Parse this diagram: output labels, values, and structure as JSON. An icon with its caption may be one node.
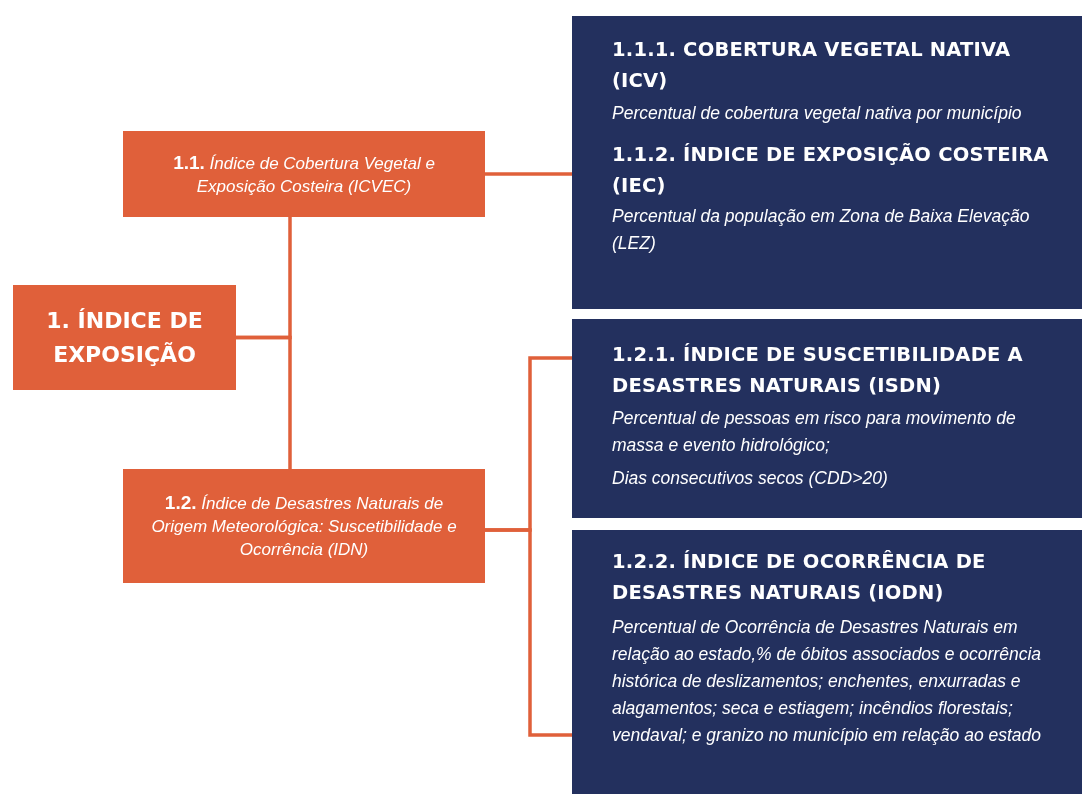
{
  "diagram": {
    "nodes": [
      {
        "text": [
          "1. ÍNDICE DE EXPOSIÇÃO"
        ]
      },
      {
        "text": [
          "**1.1.** *Índice de Cobertura Vegetal e Exposição Costeira (ICVEC)*"
        ]
      },
      {
        "text": [
          "**1.2.** *Índice de Desastres Naturais de Origem Meteorológica: Suscetibilidade e Ocorrência (IDN)*"
        ]
      },
      {
        "text": [
          "1.1.1. COBERTURA VEGETAL NATIVA (ICV)",
          "Percentual de cobertura vegetal nativa por município",
          "1.1.2. ÍNDICE DE EXPOSIÇÃO COSTEIRA (IEC)",
          "Percentual da população em Zona de Baixa Elevação (LEZ)"
        ]
      },
      {
        "text": [
          "1.2.1. ÍNDICE DE SUSCETIBILIDADE A DESASTRES NATURAIS (ISDN)",
          "Percentual de pessoas em risco para movimento de massa e evento hidrológico;",
          "Dias consecutivos secos (CDD>20)"
        ]
      },
      {
        "text": [
          "1.2.2. ÍNDICE DE OCORRÊNCIA DE DESASTRES NATURAIS (IODN)",
          "Percentual de Ocorrência de Desastres Naturais em relação ao estado,% de óbitos associados e ocorrência histórica de deslizamentos; enchentes, enxurradas e alagamentos; seca e estiagem; incêndios florestais; vendaval; e granizo no município em relação ao estado"
        ]
      }
    ],
    "edges": [
      {
        "from": 0,
        "to": 1,
        "arrow": "none"
      },
      {
        "from": 0,
        "to": 2,
        "arrow": "none"
      },
      {
        "from": 1,
        "to": 3,
        "arrow": "none"
      },
      {
        "from": 2,
        "to": 4,
        "arrow": "none"
      },
      {
        "from": 2,
        "to": 5,
        "arrow": "none"
      }
    ]
  }
}
